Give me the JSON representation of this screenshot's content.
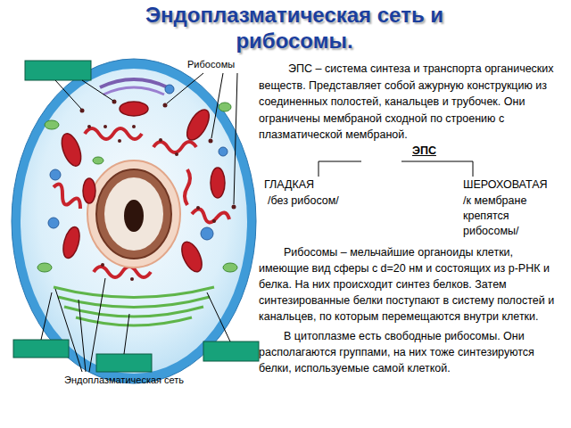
{
  "diagram": {
    "title": "Эндоплазматическая сеть и рибосомы.",
    "labels": [
      "Рибосомы",
      "Эндоплазматическая сеть",
      "ЭПС – система синтеза и транспорта органических веществ. Представляет собой ажурную конструкцию из соединенных полостей, канальцев и трубочек. Они ограничены мембраной сходной по строению с плазматической мембраной.",
      "ЭПС",
      "ГЛАДКАЯ",
      "/без рибосом/",
      "ШЕРОХОВАТАЯ",
      "/к мембране крепятся рибосомы/",
      "Рибосомы – мельчайшие органоиды клетки, имеющие вид сферы с d=20 нм и состоящих из р-РНК и белка. На них происходит синтез белков. Затем синтезированные белки поступают в систему полостей и канальцев, по которым перемещаются внутри клетки.",
      "В цитоплазме есть свободные рибосомы. Они располагаются группами, на них тоже синтезируются белки, используемые самой клеткой."
    ]
  }
}
